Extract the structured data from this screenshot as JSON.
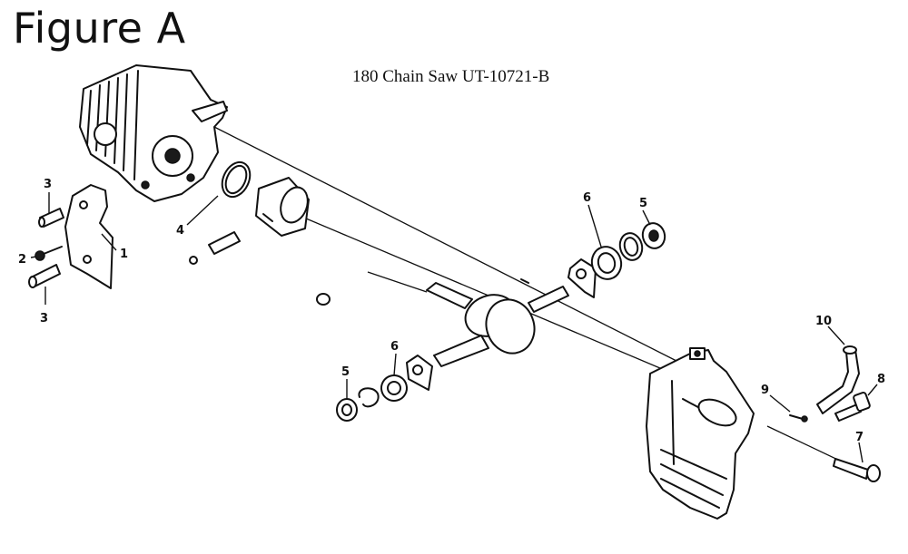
{
  "figure_label": "Figure A",
  "title": "180 Chain Saw UT-10721-B",
  "callouts": [
    {
      "id": "c-1",
      "text": "1"
    },
    {
      "id": "c-2",
      "text": "2"
    },
    {
      "id": "c-3a",
      "text": "3"
    },
    {
      "id": "c-3b",
      "text": "3"
    },
    {
      "id": "c-4",
      "text": "4"
    },
    {
      "id": "c-5a",
      "text": "5"
    },
    {
      "id": "c-6a",
      "text": "6"
    },
    {
      "id": "c-5b",
      "text": "5"
    },
    {
      "id": "c-6b",
      "text": "6"
    },
    {
      "id": "c-7",
      "text": "7"
    },
    {
      "id": "c-8",
      "text": "8"
    },
    {
      "id": "c-9",
      "text": "9"
    },
    {
      "id": "c-10",
      "text": "10"
    }
  ]
}
